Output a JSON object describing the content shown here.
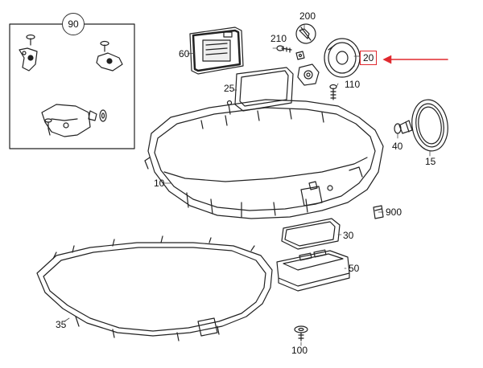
{
  "diagram": {
    "callouts": {
      "c90": "90",
      "c200": "200",
      "c210": "210",
      "c60": "60",
      "c20": "20",
      "c25": "25",
      "c110": "110",
      "c40": "40",
      "c15": "15",
      "c10": "10",
      "c900": "900",
      "c30": "30",
      "c50": "50",
      "c35": "35",
      "c100": "100"
    },
    "highlight_color": "#e0282e",
    "highlighted_part": "20"
  }
}
